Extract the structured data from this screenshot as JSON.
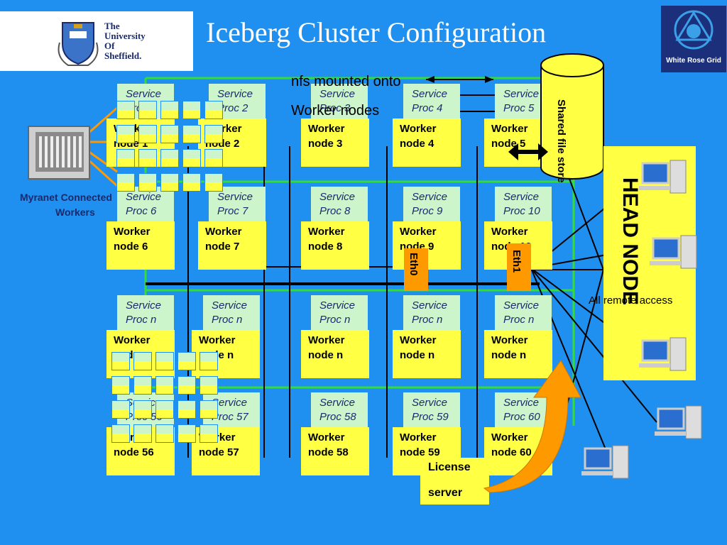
{
  "title": "Iceberg Cluster Configuration",
  "university": {
    "lines": [
      "The",
      "University",
      "Of",
      "Sheffield."
    ]
  },
  "white_rose_grid": "White Rose Grid",
  "nfs_label": {
    "line1": "nfs mounted onto",
    "line2": "Worker nodes"
  },
  "shared_file_store": "Shared file store",
  "head_node": "HEAD NODE",
  "remote_access": "All remote access",
  "eth0": "Eth0",
  "eth1": "Eth1",
  "license": {
    "line1": "License",
    "line2": "server"
  },
  "myranet": {
    "line1": "Myranet Connected",
    "line2": "Workers"
  },
  "rows": [
    [
      {
        "svc": [
          "Service",
          "Proc 1"
        ],
        "wrk": [
          "Worker",
          "node 1"
        ]
      },
      {
        "svc": [
          "Service",
          "Proc 2"
        ],
        "wrk": [
          "Worker",
          "node 2"
        ]
      },
      {
        "svc": [
          "Service",
          "Proc 3"
        ],
        "wrk": [
          "Worker",
          "node 3"
        ]
      },
      {
        "svc": [
          "Service",
          "Proc 4"
        ],
        "wrk": [
          "Worker",
          "node 4"
        ]
      },
      {
        "svc": [
          "Service",
          "Proc 5"
        ],
        "wrk": [
          "Worker",
          "node 5"
        ]
      }
    ],
    [
      {
        "svc": [
          "Service",
          "Proc 6"
        ],
        "wrk": [
          "Worker",
          "node 6"
        ]
      },
      {
        "svc": [
          "Service",
          "Proc 7"
        ],
        "wrk": [
          "Worker",
          "node 7"
        ]
      },
      {
        "svc": [
          "Service",
          "Proc 8"
        ],
        "wrk": [
          "Worker",
          "node 8"
        ]
      },
      {
        "svc": [
          "Service",
          "Proc 9"
        ],
        "wrk": [
          "Worker",
          "node 9"
        ]
      },
      {
        "svc": [
          "Service",
          "Proc 10"
        ],
        "wrk": [
          "Worker",
          "node 10"
        ]
      }
    ],
    [
      {
        "svc": [
          "Service",
          "Proc n"
        ],
        "wrk": [
          "Worker",
          "node n"
        ]
      },
      {
        "svc": [
          "Service",
          "Proc n"
        ],
        "wrk": [
          "Worker",
          "node n"
        ]
      },
      {
        "svc": [
          "Service",
          "Proc n"
        ],
        "wrk": [
          "Worker",
          "node n"
        ]
      },
      {
        "svc": [
          "Service",
          "Proc n"
        ],
        "wrk": [
          "Worker",
          "node n"
        ]
      },
      {
        "svc": [
          "Service",
          "Proc n"
        ],
        "wrk": [
          "Worker",
          "node n"
        ]
      }
    ],
    [
      {
        "svc": [
          "Service",
          "Proc 56"
        ],
        "wrk": [
          "Worker",
          "node 56"
        ]
      },
      {
        "svc": [
          "Service",
          "Proc 57"
        ],
        "wrk": [
          "Worker",
          "node 57"
        ]
      },
      {
        "svc": [
          "Service",
          "Proc 58"
        ],
        "wrk": [
          "Worker",
          "node 58"
        ]
      },
      {
        "svc": [
          "Service",
          "Proc 59"
        ],
        "wrk": [
          "Worker",
          "node 59"
        ]
      },
      {
        "svc": [
          "Service",
          "Proc 60"
        ],
        "wrk": [
          "Worker",
          "node 60"
        ]
      }
    ]
  ],
  "colors": {
    "background": "#1f8ff0",
    "service": "#ccf5cc",
    "worker": "#ffff44",
    "ethernet": "#ff9900",
    "link": "#33dd33"
  }
}
